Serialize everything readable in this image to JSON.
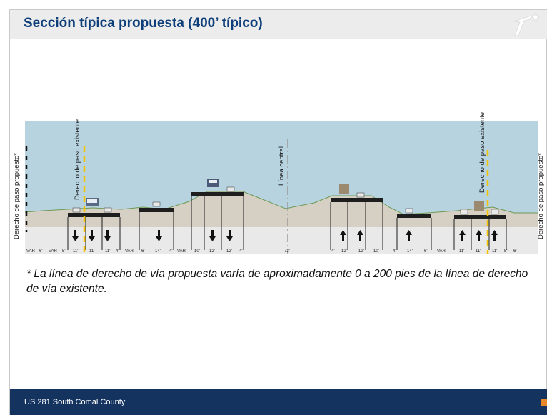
{
  "header": {
    "title": "Sección típica propuesta (400’ típico)"
  },
  "diagram": {
    "labels": {
      "row_left": "Derecho de paso propuesto*",
      "row_right": "Derecho de paso propuesto*",
      "existing_left": "Derecho de paso existente",
      "existing_right": "Derecho de paso existente",
      "centerline": "Línea central"
    },
    "dimensions": [
      "VAR",
      "6'",
      "VAR",
      "5'",
      "11'",
      "11'",
      "11'",
      "4'",
      "VAR",
      "6'",
      "14'",
      "4'",
      "VAR",
      "—",
      "10'",
      "12'",
      "12'",
      "4'",
      "72'",
      "4'",
      "12'",
      "12'",
      "10'",
      "—",
      "4'",
      "14'",
      "6'",
      "VAR",
      "11'",
      "11'",
      "11'",
      "5'",
      "6'"
    ],
    "arrows_down": 6,
    "arrows_up": 6,
    "colors": {
      "sky": "#b7d3e0",
      "ground": "#d6cfc4",
      "pavement": "#1e1e1e",
      "row_marker": "#f5c400"
    }
  },
  "note": "* La línea de derecho de vía propuesta varía de aproximadamente 0 a 200 pies de la línea de derecho de vía existente.",
  "footer": {
    "text": "US 281 South Comal County",
    "bar_color": "#14335e",
    "accent_color": "#e8872a"
  }
}
